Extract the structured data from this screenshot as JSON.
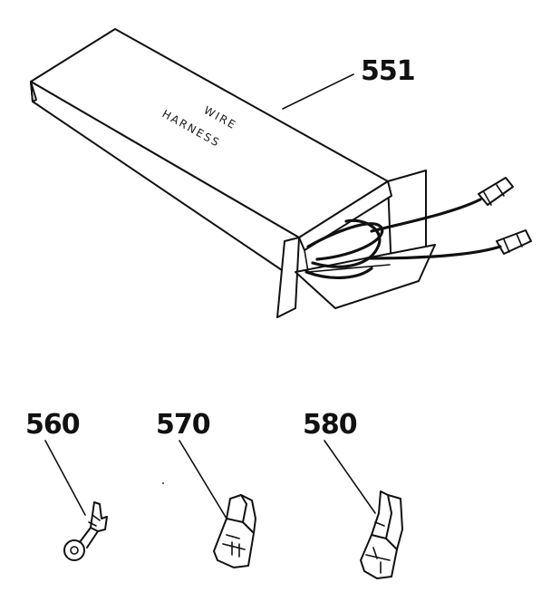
{
  "parts": [
    {
      "id": "551",
      "label": "551",
      "box_text_line1": "WIRE",
      "box_text_line2": "HARNESS"
    },
    {
      "id": "560",
      "label": "560"
    },
    {
      "id": "570",
      "label": "570"
    },
    {
      "id": "580",
      "label": "580"
    }
  ]
}
